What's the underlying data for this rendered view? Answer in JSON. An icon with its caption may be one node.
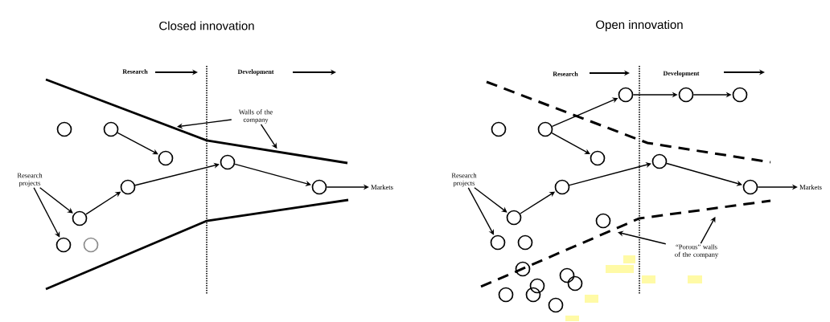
{
  "diagram": {
    "nodes": [
      {
        "text": [
          "Research projects"
        ]
      },
      {
        "text": [
          "Walls of the company"
        ]
      },
      {
        "text": [
          "Markets"
        ]
      },
      {
        "text": [],
        "shape": "circle"
      },
      {
        "text": [],
        "shape": "circle"
      },
      {
        "text": [],
        "shape": "circle"
      },
      {
        "text": [],
        "shape": "circle"
      },
      {
        "text": [],
        "shape": "circle"
      },
      {
        "text": [],
        "shape": "circle"
      },
      {
        "text": [],
        "shape": "circle"
      },
      {
        "text": [],
        "shape": "circle"
      },
      {
        "text": [],
        "shape": "circle"
      },
      {
        "text": [
          "Research projects"
        ]
      },
      {
        "text": [
          "“Porous” walls of the company"
        ]
      },
      {
        "text": [
          "Markets"
        ]
      },
      {
        "text": [],
        "shape": "circle"
      },
      {
        "text": [],
        "shape": "circle"
      },
      {
        "text": [],
        "shape": "circle"
      },
      {
        "text": [],
        "shape": "circle"
      },
      {
        "text": [],
        "shape": "circle"
      },
      {
        "text": [],
        "shape": "circle"
      },
      {
        "text": [],
        "shape": "circle"
      },
      {
        "text": [],
        "shape": "circle"
      },
      {
        "text": [],
        "shape": "circle"
      },
      {
        "text": [],
        "shape": "circle"
      },
      {
        "text": [],
        "shape": "circle"
      },
      {
        "text": [],
        "shape": "circle"
      },
      {
        "text": [],
        "shape": "circle"
      },
      {
        "text": [],
        "shape": "circle"
      },
      {
        "text": [],
        "shape": "circle"
      },
      {
        "text": [],
        "shape": "circle"
      },
      {
        "text": [],
        "shape": "circle"
      },
      {
        "text": [],
        "shape": "circle"
      },
      {
        "text": [],
        "shape": "circle"
      },
      {
        "text": [],
        "shape": "circle"
      }
    ],
    "edges": [
      {
        "from": 0,
        "to": 9,
        "arrow": "to"
      },
      {
        "from": 0,
        "to": 10,
        "arrow": "to"
      },
      {
        "from": 1,
        "to": null,
        "arrow": "to"
      },
      {
        "from": 1,
        "to": null,
        "arrow": "to"
      },
      {
        "from": 4,
        "to": 5,
        "arrow": "to"
      },
      {
        "from": 7,
        "to": 6,
        "arrow": "to"
      },
      {
        "from": 6,
        "to": 8,
        "arrow": "to"
      },
      {
        "from": 8,
        "to": 2,
        "arrow": "to"
      },
      {
        "from": 9,
        "to": 7,
        "arrow": "to"
      },
      {
        "from": 12,
        "to": 24,
        "arrow": "to"
      },
      {
        "from": 12,
        "to": 26,
        "arrow": "to"
      },
      {
        "from": 13,
        "to": null,
        "arrow": "to"
      },
      {
        "from": 13,
        "to": null,
        "arrow": "to"
      },
      {
        "from": 19,
        "to": 15,
        "arrow": "to"
      },
      {
        "from": 19,
        "to": 20,
        "arrow": "to"
      },
      {
        "from": 15,
        "to": 16,
        "arrow": "to"
      },
      {
        "from": 16,
        "to": 17,
        "arrow": "to"
      },
      {
        "from": 22,
        "to": 21,
        "arrow": "to"
      },
      {
        "from": 21,
        "to": 23,
        "arrow": "to"
      },
      {
        "from": 23,
        "to": 14,
        "arrow": "to"
      },
      {
        "from": 24,
        "to": 22,
        "arrow": "to"
      }
    ],
    "labels": [
      "Closed innovation",
      "Open innovation",
      "Research",
      "Development",
      "Research",
      "Development"
    ]
  }
}
